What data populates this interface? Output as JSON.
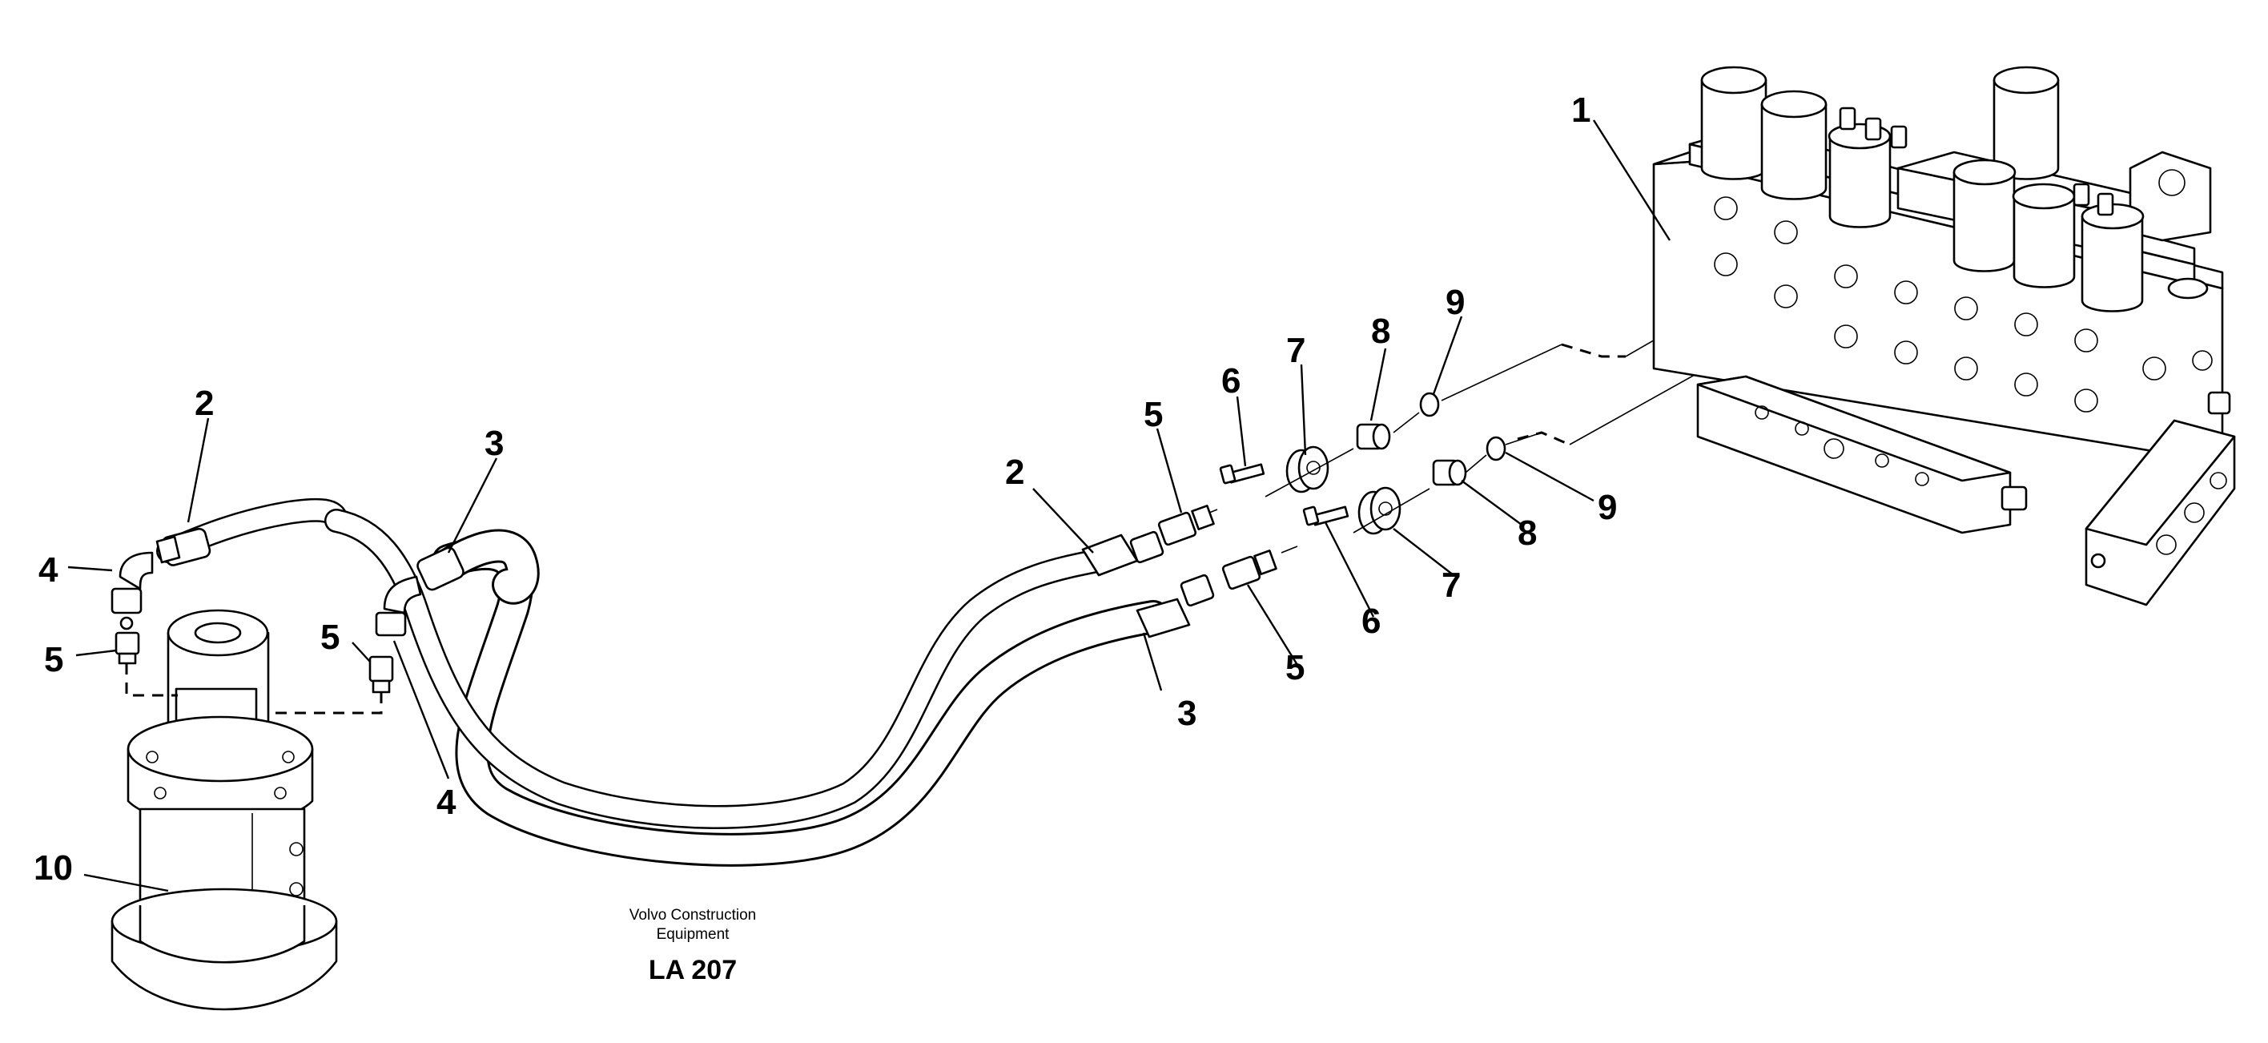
{
  "callouts": {
    "c1": "1",
    "c2a": "2",
    "c2b": "2",
    "c3a": "3",
    "c3b": "3",
    "c4a": "4",
    "c4b": "4",
    "c5a": "5",
    "c5b": "5",
    "c5c": "5",
    "c5d": "5",
    "c6a": "6",
    "c6b": "6",
    "c7a": "7",
    "c7b": "7",
    "c8a": "8",
    "c8b": "8",
    "c9a": "9",
    "c9b": "9",
    "c10": "10"
  },
  "caption": {
    "line1": "Volvo Construction",
    "line2": "Equipment",
    "code": "LA 207"
  }
}
